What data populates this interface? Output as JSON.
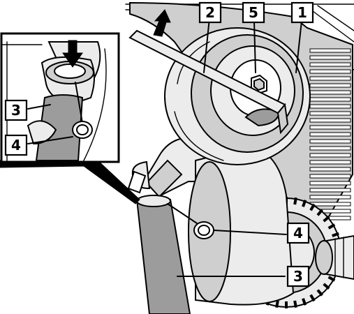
{
  "callouts": {
    "c1": "1",
    "c2": "2",
    "c5": "5",
    "inset_3": "3",
    "inset_4": "4",
    "main_4": "4",
    "main_3": "3"
  }
}
